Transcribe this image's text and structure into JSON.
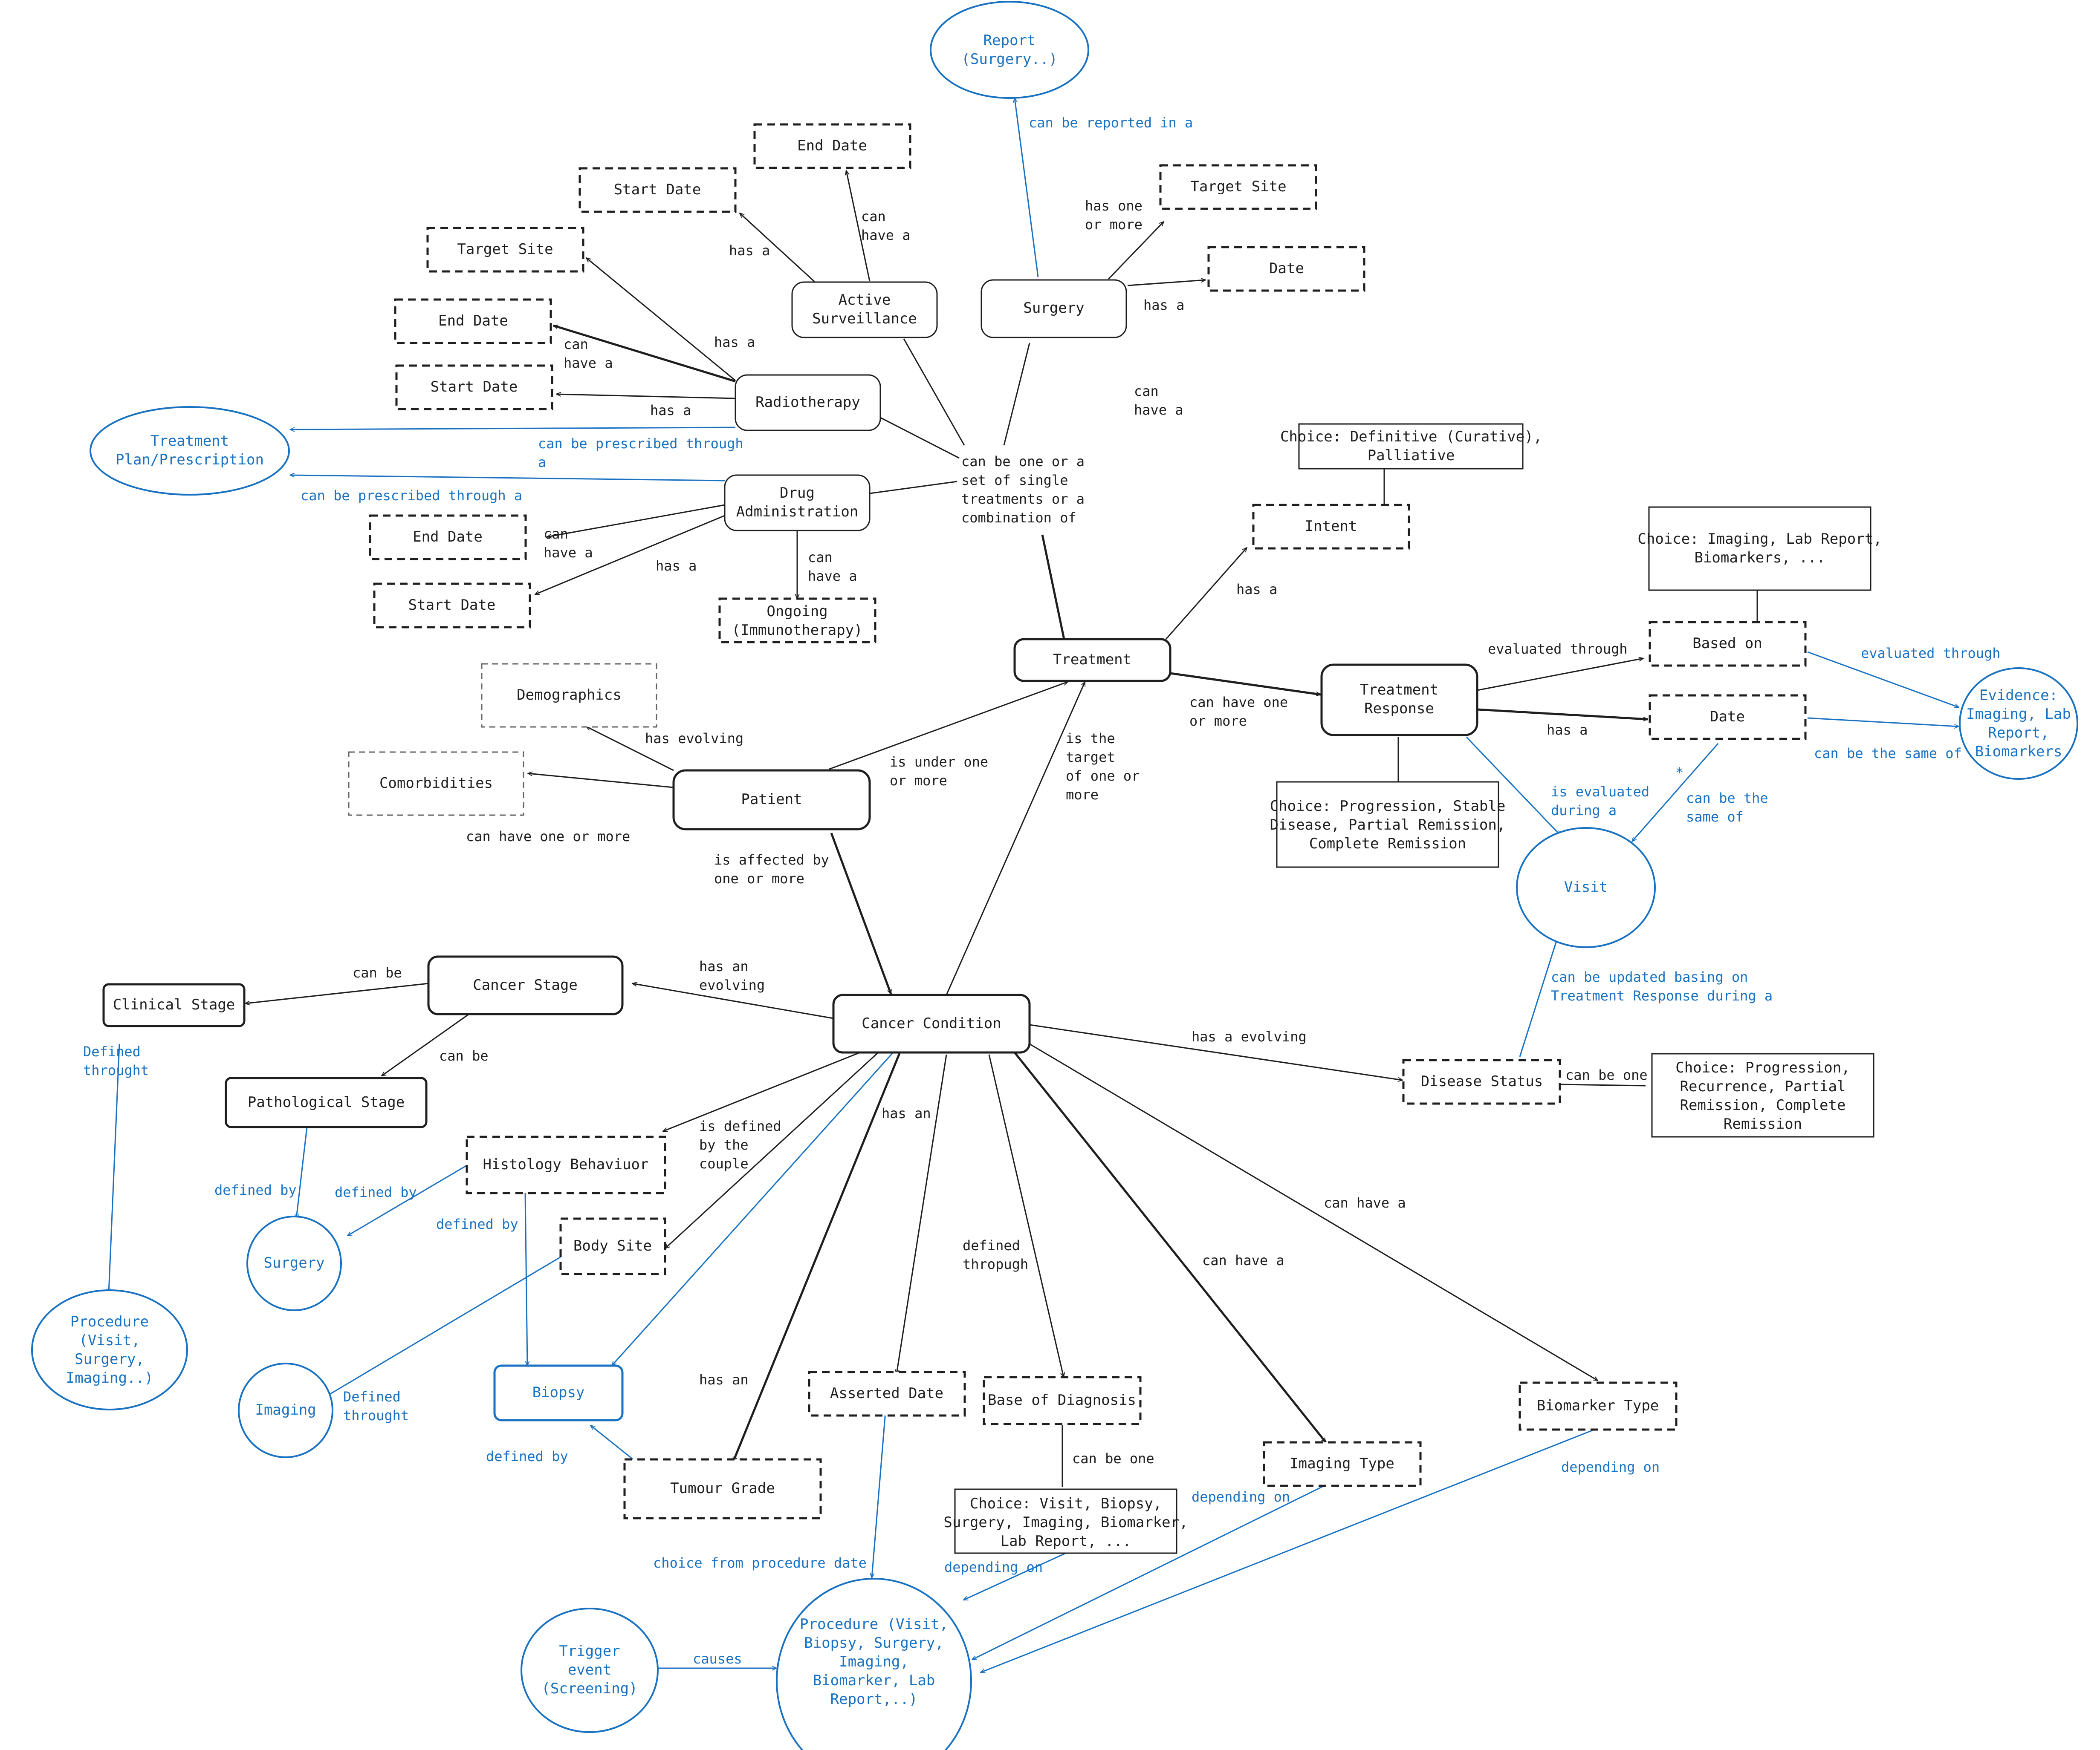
{
  "nodes": {
    "report": "Report\n(Surgery..)",
    "end_date_as": "End Date",
    "start_date_as": "Start Date",
    "target_site_rt": "Target Site",
    "end_date_rt": "End Date",
    "start_date_rt": "Start Date",
    "active_surveillance": "Active\nSurveillance",
    "surgery": "Surgery",
    "target_site_surg": "Target Site",
    "date_surg": "Date",
    "radiotherapy": "Radiotherapy",
    "treatment_plan": "Treatment\nPlan/Prescription",
    "drug_admin": "Drug\nAdministration",
    "end_date_drug": "End Date",
    "start_date_drug": "Start Date",
    "ongoing": "Ongoing\n(Immunotherapy)",
    "choice_intent": "Choice: Definitive (Curative),\nPalliative",
    "intent": "Intent",
    "choice_based_on": "Choice: Imaging, Lab Report,\nBiomarkers, ...",
    "based_on": "Based on",
    "evidence": "Evidence:\nImaging, Lab\nReport,\nBiomarkers",
    "treatment": "Treatment",
    "treatment_response": "Treatment\nResponse",
    "date_tr": "Date",
    "demographics": "Demographics",
    "comorbidities": "Comorbidities",
    "patient": "Patient",
    "choice_response": "Choice: Progression, Stable\nDisease, Partial Remission,\nComplete Remission",
    "visit": "Visit",
    "clinical_stage": "Clinical Stage",
    "cancer_stage": "Cancer Stage",
    "cancer_condition": "Cancer Condition",
    "pathological_stage": "Pathological Stage",
    "disease_status": "Disease Status",
    "choice_status": "Choice: Progression,\nRecurrence, Partial\nRemission, Complete\nRemission",
    "histology": "Histology Behaviuor",
    "surgery_circle": "Surgery",
    "body_site": "Body Site",
    "procedure_left": "Procedure\n(Visit,\nSurgery,\nImaging..)",
    "imaging": "Imaging",
    "biopsy": "Biopsy",
    "asserted_date": "Asserted Date",
    "base_of_diagnosis": "Base of Diagnosis",
    "biomarker_type": "Biomarker Type",
    "imaging_type": "Imaging Type",
    "tumour_grade": "Tumour Grade",
    "choice_diagnosis": "Choice: Visit, Biopsy,\nSurgery, Imaging, Biomarker,\nLab Report, ...",
    "trigger_event": "Trigger\nevent\n(Screening)",
    "procedure_bottom": "Procedure (Visit,\nBiopsy, Surgery,\nImaging,\nBiomarker, Lab\nReport,..)"
  },
  "edge_labels": {
    "can_be_reported": "can be reported in a",
    "has_a_as_start": "has a",
    "can_have_a_as_end": "can\nhave a",
    "has_one_or_more_surg": "has one\nor more",
    "has_a_surg": "has a",
    "can_have_a_floating": "can\nhave a",
    "has_a_rt_target": "has a",
    "can_have_a_rt_end": "can\nhave a",
    "has_a_rt_start": "has a",
    "prescribed_rt": "can be prescribed through\na",
    "prescribed_drug": "can be prescribed through a",
    "can_have_a_drug_end": "can\nhave a",
    "has_a_drug_start": "has a",
    "can_have_a_ongoing": "can\nhave a",
    "treatment_types": "can be one or a\nset of single\ntreatments or a\ncombination of",
    "has_a_intent": "has a",
    "evaluated_through": "evaluated through",
    "evaluated_through_blue": "evaluated through",
    "can_be_same_of": "can be the same of",
    "has_a_date": "has a",
    "can_be_same_of_visit": "can be the\nsame of",
    "star_mark": "*",
    "is_evaluated_during": "is evaluated\nduring a",
    "can_have_one_or_more_tr": "can have one\nor more",
    "has_evolving": "has evolving",
    "can_have_one_or_more_com": "can have one or more",
    "is_under": "is under one\nor more",
    "is_target": "is the\ntarget\nof one or\nmore",
    "is_affected": "is affected by\none or more",
    "can_be_clinical": "can be",
    "has_an_evolving": "has an\nevolving",
    "can_be_path": "can be",
    "defined_throught_clinical": "Defined\nthrought",
    "has_a_evolving_status": "has a evolving",
    "can_be_updated": "can be updated basing on\nTreatment Response during a",
    "can_be_one_status": "can be one",
    "defined_by_path": "defined by",
    "defined_by_hist": "defined by",
    "defined_by_biopsy": "defined by",
    "is_defined_couple": "is defined\nby the\ncouple",
    "has_an_asserted": "has an",
    "defined_through_base": "defined\nthropugh",
    "can_have_a_imaging": "can have a",
    "can_have_a_biomarker": "can have a",
    "defined_throught_imaging": "Defined\nthrought",
    "has_an_tumour": "has an",
    "defined_by_tumour": "defined by",
    "can_be_one_diag": "can be one",
    "depending_on_imaging": "depending on",
    "depending_on_biomarker": "depending on",
    "depending_on_diag": "depending on",
    "choice_from_procedure": "choice from procedure date",
    "causes": "causes"
  },
  "colors": {
    "ink": "#1e1e1e",
    "accent_blue": "#1971c2",
    "background": "#ffffff"
  }
}
